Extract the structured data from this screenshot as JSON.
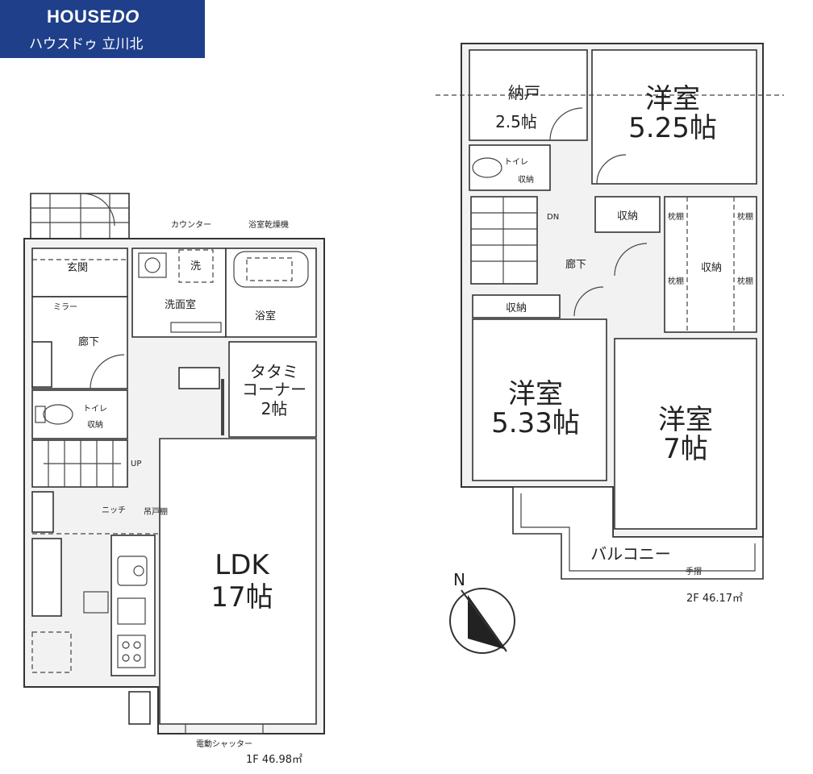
{
  "logo": {
    "brand_a": "HOUSE",
    "brand_b": "DO",
    "branch": "ハウスドゥ 立川北"
  },
  "floor1": {
    "label": "1F 46.98㎡",
    "rooms": {
      "entrance": "玄関",
      "mirror": "ミラー",
      "hall": "廊下",
      "counter": "カウンター",
      "dryer": "浴室乾燥機",
      "washroom": "洗面室",
      "bath": "浴室",
      "tatami_a": "タタミ",
      "tatami_b": "コーナー",
      "tatami_c": "2帖",
      "toilet": "トイレ",
      "storage": "収納",
      "up": "UP",
      "niche": "ニッチ",
      "cupboard": "吊戸棚",
      "ldk_a": "LDK",
      "ldk_b": "17帖",
      "shutter": "電動シャッター",
      "sink": "洗"
    }
  },
  "floor2": {
    "label": "2F 46.17㎡",
    "rooms": {
      "closet_a": "納戸",
      "closet_b": "2.5帖",
      "west1_a": "洋室",
      "west1_b": "5.25帖",
      "toilet": "トイレ",
      "storage": "収納",
      "dn": "DN",
      "hall": "廊下",
      "shelf": "枕棚",
      "west2_a": "洋室",
      "west2_b": "5.33帖",
      "west3_a": "洋室",
      "west3_b": "7帖",
      "balcony": "バルコニー",
      "rail": "手摺"
    }
  },
  "compass": {
    "north": "N"
  }
}
